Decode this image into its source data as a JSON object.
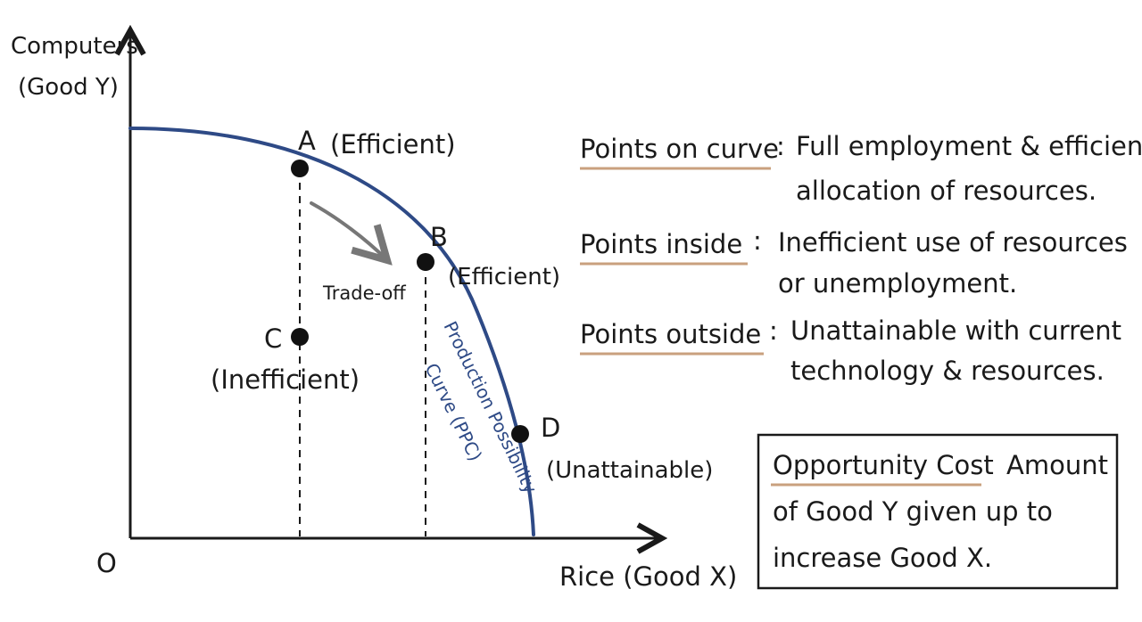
{
  "axes": {
    "y_label_line1": "Computers",
    "y_label_line2": "(Good Y)",
    "x_label": "Rice (Good X)",
    "origin": "O"
  },
  "points": {
    "a_label": "A",
    "a_status": "(Efficient)",
    "b_label": "B",
    "b_status": "(Efficient)",
    "c_label": "C",
    "c_status": "(Inefficient)",
    "d_label": "D",
    "d_status": "(Unattainable)"
  },
  "tradeoff_label": "Trade-off",
  "curve_label_line1": "Production Possibility",
  "curve_label_line2": "Curve (PPC)",
  "notes": [
    {
      "term": "Points on curve",
      "line1": "Full employment & efficient",
      "line2": "allocation of resources."
    },
    {
      "term": "Points inside",
      "line1": "Inefficient use of resources",
      "line2": "or unemployment."
    },
    {
      "term": "Points outside",
      "line1": "Unattainable with current",
      "line2": "technology & resources."
    }
  ],
  "definition": {
    "term": "Opportunity Cost",
    "line1_rest": "Amount",
    "line2": "of Good Y given up to",
    "line3": "increase Good X."
  },
  "colors": {
    "curve": "#2e4a86",
    "underline": "#c9a07e",
    "ink": "#1a1a1a",
    "arrow": "#777777"
  }
}
